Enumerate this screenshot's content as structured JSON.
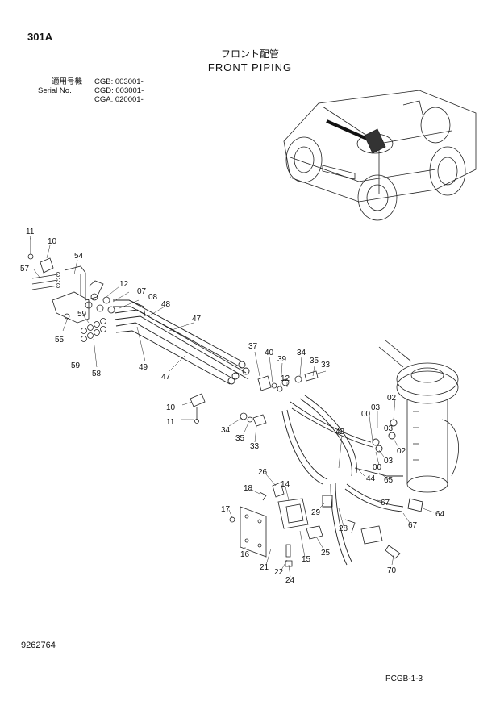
{
  "header": {
    "page_code": "301A",
    "title_jp": "フロント配管",
    "title_en": "FRONT PIPING",
    "serial": {
      "line1_label": "適用号機",
      "line2_label": "Serial No.",
      "line1_value": "CGB: 003001-",
      "line2_value": "CGD: 003001-",
      "line3_value": "CGA: 020001-"
    }
  },
  "footer": {
    "drawing_no": "9262764",
    "sheet_ref": "PCGB-1-3"
  },
  "callouts": [
    "11",
    "10",
    "54",
    "57",
    "12",
    "07",
    "08",
    "48",
    "47",
    "59",
    "55",
    "58",
    "49",
    "47",
    "37",
    "40",
    "39",
    "34",
    "35",
    "33",
    "12",
    "10",
    "11",
    "34",
    "35",
    "33",
    "02",
    "03",
    "00",
    "42",
    "03",
    "00",
    "02",
    "03",
    "26",
    "18",
    "14",
    "17",
    "16",
    "21",
    "22",
    "24",
    "15",
    "25",
    "29",
    "28",
    "44",
    "65",
    "67",
    "67",
    "64",
    "70"
  ]
}
